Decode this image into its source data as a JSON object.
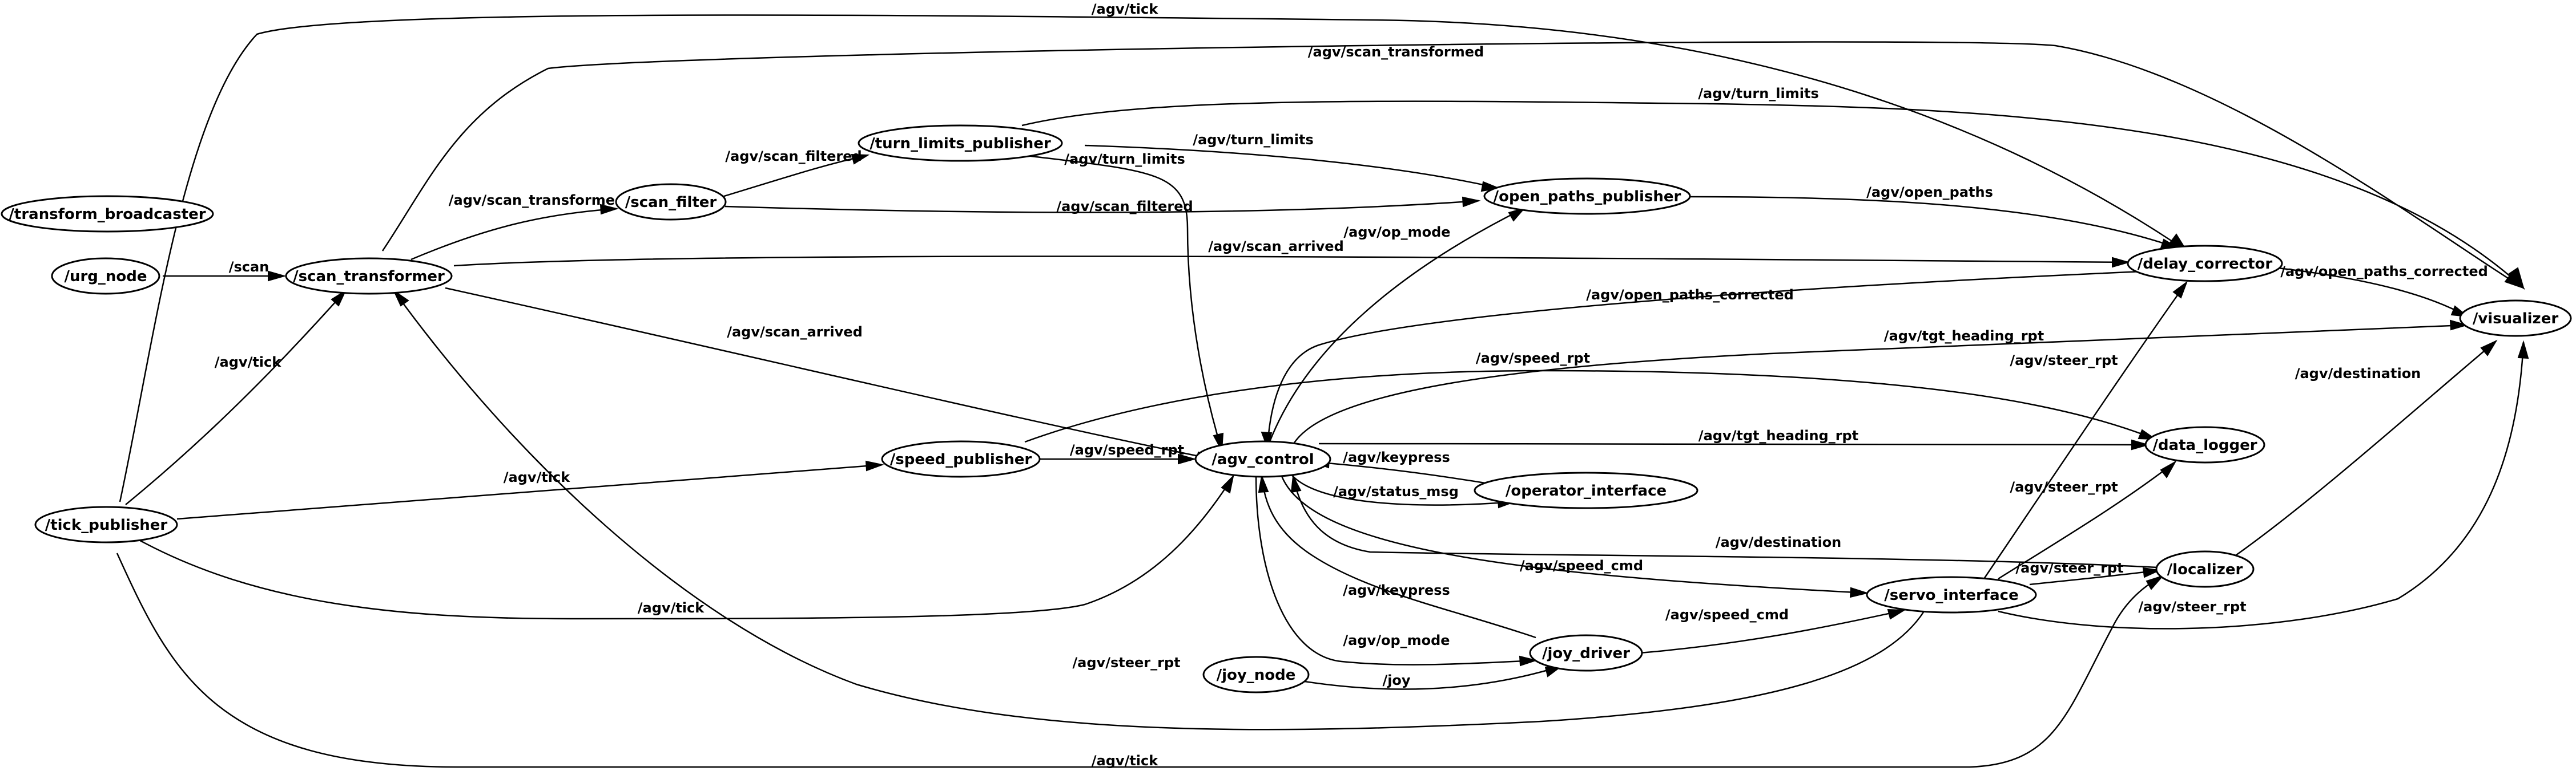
{
  "nodes": {
    "transform_broadcaster": "/transform_broadcaster",
    "urg_node": "/urg_node",
    "scan_transformer": "/scan_transformer",
    "scan_filter": "/scan_filter",
    "turn_limits_publisher": "/turn_limits_publisher",
    "open_paths_publisher": "/open_paths_publisher",
    "delay_corrector": "/delay_corrector",
    "visualizer": "/visualizer",
    "data_logger": "/data_logger",
    "agv_control": "/agv_control",
    "speed_publisher": "/speed_publisher",
    "tick_publisher": "/tick_publisher",
    "operator_interface": "/operator_interface",
    "localizer": "/localizer",
    "servo_interface": "/servo_interface",
    "joy_driver": "/joy_driver",
    "joy_node": "/joy_node"
  },
  "edges": [
    {
      "id": "tick-delay",
      "label": "/agv/tick"
    },
    {
      "id": "scantf-visualizer",
      "label": "/agv/scan_transformed"
    },
    {
      "id": "turn-visualizer",
      "label": "/agv/turn_limits"
    },
    {
      "id": "scantf-filter",
      "label": "/agv/scan_transformed"
    },
    {
      "id": "filter-turn",
      "label": "/agv/scan_filtered"
    },
    {
      "id": "turn-open",
      "label": "/agv/turn_limits"
    },
    {
      "id": "turn-agv",
      "label": "/agv/turn_limits"
    },
    {
      "id": "filter-open",
      "label": "/agv/scan_filtered"
    },
    {
      "id": "open-delay",
      "label": "/agv/open_paths"
    },
    {
      "id": "agv-open",
      "label": "/agv/op_mode"
    },
    {
      "id": "urg-scantf",
      "label": "/scan"
    },
    {
      "id": "scantf-delay",
      "label": "/agv/scan_arrived"
    },
    {
      "id": "delay-visualizer",
      "label": "/agv/open_paths_corrected"
    },
    {
      "id": "delay-agv",
      "label": "/agv/open_paths_corrected"
    },
    {
      "id": "agv-visualizer",
      "label": "/agv/tgt_heading_rpt"
    },
    {
      "id": "tick-scantf",
      "label": "/agv/tick"
    },
    {
      "id": "scantf-agv",
      "label": "/agv/scan_arrived"
    },
    {
      "id": "speed-datalogger",
      "label": "/agv/speed_rpt"
    },
    {
      "id": "servo-delay",
      "label": "/agv/steer_rpt"
    },
    {
      "id": "localizer-visualizer",
      "label": "/agv/destination"
    },
    {
      "id": "agv-datalogger",
      "label": "/agv/tgt_heading_rpt"
    },
    {
      "id": "tick-speed",
      "label": "/agv/tick"
    },
    {
      "id": "speed-agv",
      "label": "/agv/speed_rpt"
    },
    {
      "id": "operator-agv",
      "label": "/agv/keypress"
    },
    {
      "id": "agv-operator",
      "label": "/agv/status_msg"
    },
    {
      "id": "servo-datalogger",
      "label": "/agv/steer_rpt"
    },
    {
      "id": "localizer-agv",
      "label": "/agv/destination"
    },
    {
      "id": "agv-servo",
      "label": "/agv/speed_cmd"
    },
    {
      "id": "servo-localizer",
      "label": "/agv/steer_rpt"
    },
    {
      "id": "servo-visualizer",
      "label": "/agv/steer_rpt"
    },
    {
      "id": "tick-agv",
      "label": "/agv/tick"
    },
    {
      "id": "joy-agv",
      "label": "/agv/keypress"
    },
    {
      "id": "joydriver-servo",
      "label": "/agv/speed_cmd"
    },
    {
      "id": "agv-joy",
      "label": "/agv/op_mode"
    },
    {
      "id": "servo-scantf",
      "label": "/agv/steer_rpt"
    },
    {
      "id": "joynode-joydriver",
      "label": "/joy"
    },
    {
      "id": "tick-localizer",
      "label": "/agv/tick"
    }
  ]
}
